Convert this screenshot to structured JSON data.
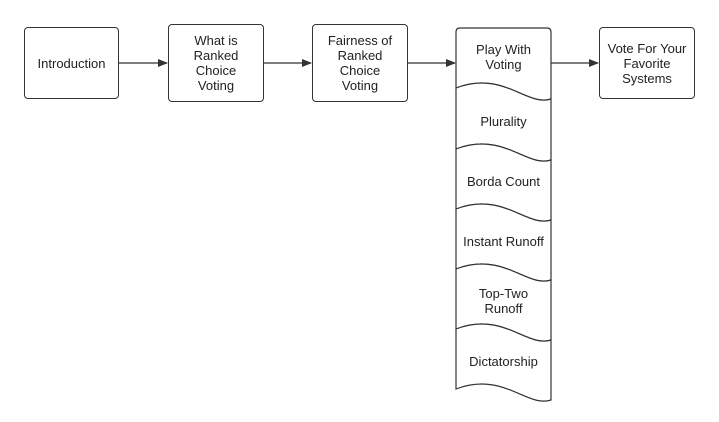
{
  "flow": {
    "steps": [
      {
        "id": "intro",
        "label": "Introduction"
      },
      {
        "id": "what",
        "label": "What is\nRanked\nChoice\nVoting"
      },
      {
        "id": "fair",
        "label": "Fairness of\nRanked\nChoice\nVoting"
      },
      {
        "id": "vote",
        "label": "Vote For Your\nFavorite\nSystems"
      }
    ]
  },
  "play": {
    "header": "Play With\nVoting",
    "items": [
      {
        "label": "Plurality"
      },
      {
        "label": "Borda Count"
      },
      {
        "label": "Instant Runoff"
      },
      {
        "label": "Top-Two\nRunoff"
      },
      {
        "label": "Dictatorship"
      }
    ]
  },
  "colors": {
    "stroke": "#333333",
    "text": "#222222",
    "background": "#ffffff"
  }
}
